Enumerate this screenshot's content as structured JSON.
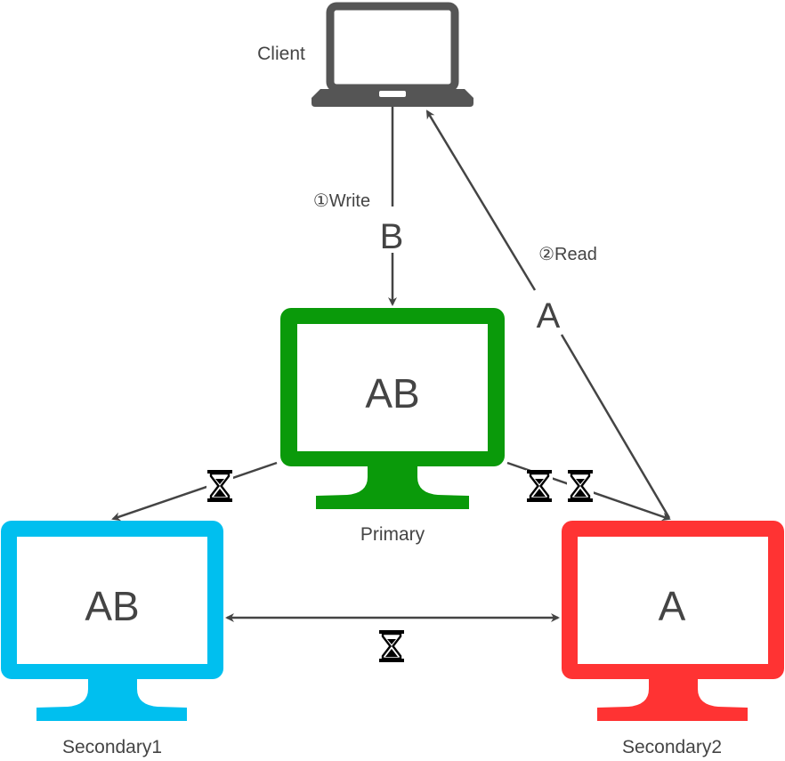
{
  "nodes": {
    "client": {
      "label": "Client",
      "color": "#555555"
    },
    "primary": {
      "label": "Primary",
      "content": "AB",
      "color": "#0a9a0a"
    },
    "secondary1": {
      "label": "Secondary1",
      "content": "AB",
      "color": "#00bfef"
    },
    "secondary2": {
      "label": "Secondary2",
      "content": "A",
      "color": "#ff3333"
    }
  },
  "edges": {
    "write": {
      "label": "①Write",
      "value": "B"
    },
    "read": {
      "label": "②Read",
      "value": "A"
    }
  },
  "icons": {
    "replication_delay": "hourglass-icon"
  },
  "colors": {
    "edge": "#444444",
    "text": "#444444"
  }
}
